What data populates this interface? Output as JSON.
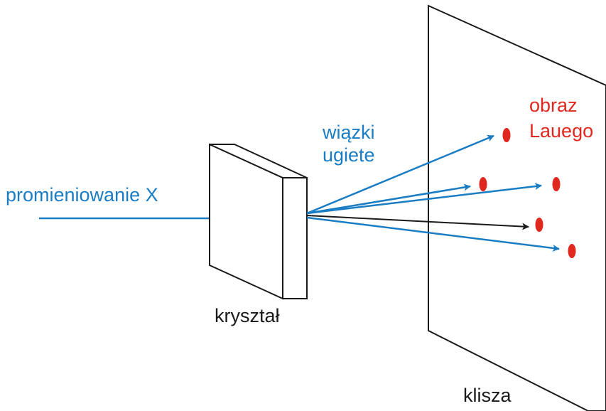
{
  "labels": {
    "xray": "promieniowanie X",
    "diffracted_line1": "wiązki",
    "diffracted_line2": "ugiete",
    "pattern_line1": "obraz",
    "pattern_line2": "Lauego",
    "crystal": "kryształ",
    "film": "klisza"
  },
  "colors": {
    "beam": "#1a7dc4",
    "spot": "#e0281f",
    "direct_beam": "#1a1a1a",
    "outline": "#1a1a1a"
  }
}
